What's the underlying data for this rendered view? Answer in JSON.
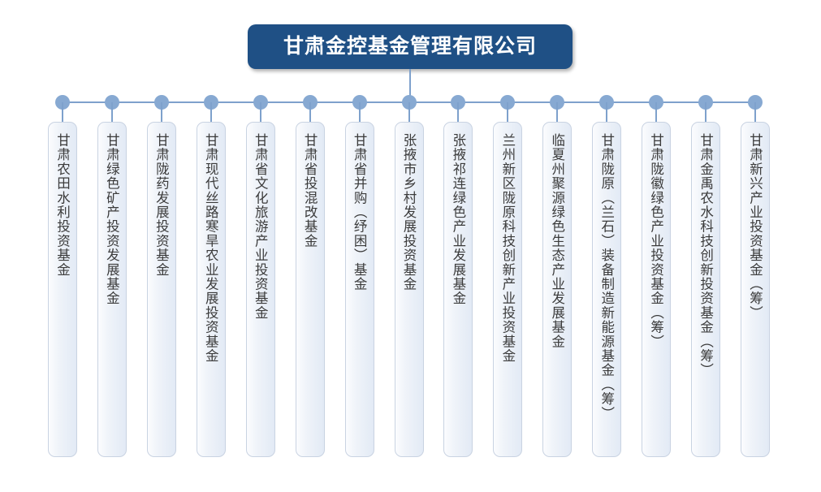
{
  "diagram": {
    "type": "organization-chart",
    "orientation": "top-down",
    "colors": {
      "root_fill": "#1F5085",
      "root_text": "#FFFFFF",
      "connector": "#7EA1CC",
      "node_dot": "#87A9D2",
      "leaf_border": "#C9D3E2",
      "leaf_fill_start": "#FBFCFE",
      "leaf_fill_end": "#E2EAF5",
      "leaf_text": "#3B3B3B",
      "background": "#FFFFFF"
    },
    "root": {
      "label": "甘肃金控基金管理有限公司"
    },
    "children_count": 15,
    "children": [
      {
        "label": "甘肃农田水利投资基金"
      },
      {
        "label": "甘肃绿色矿产投资发展基金"
      },
      {
        "label": "甘肃陇药发展投资基金"
      },
      {
        "label": "甘肃现代丝路寒旱农业发展投资基金"
      },
      {
        "label": "甘肃省文化旅游产业投资基金"
      },
      {
        "label": "甘肃省投混改基金"
      },
      {
        "label": "甘肃省并购（纾困）基金"
      },
      {
        "label": "张掖市乡村发展投资基金"
      },
      {
        "label": "张掖祁连绿色产业发展基金"
      },
      {
        "label": "兰州新区陇原科技创新产业投资基金"
      },
      {
        "label": "临夏州聚源绿色生态产业发展基金"
      },
      {
        "label": "甘肃陇原（兰石）装备制造新能源基金（筹）"
      },
      {
        "label": "甘肃陇徽绿色产业投资基金（筹）"
      },
      {
        "label": "甘肃金禹农水科技创新投资基金（筹）"
      },
      {
        "label": "甘肃新兴产业投资基金（筹）"
      }
    ]
  }
}
